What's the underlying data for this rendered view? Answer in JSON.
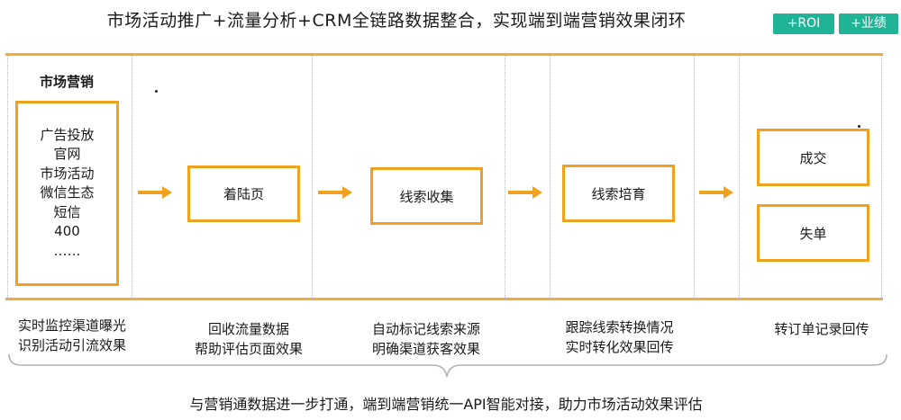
{
  "header": {
    "title": "市场活动推广+流量分析+CRM全链路数据整合，实现端到端营销效果闭环",
    "badges": [
      "+ROI",
      "+业绩"
    ],
    "badge_color": "#1fb495"
  },
  "accent_color": "#f0a21e",
  "stages": {
    "marketing": {
      "label": "市场营销",
      "channels": [
        "广告投放",
        "官网",
        "市场活动",
        "微信生态",
        "短信",
        "400",
        "……"
      ]
    },
    "landing": {
      "label": "着陆页"
    },
    "leads_collect": {
      "label": "线索收集"
    },
    "leads_nurture": {
      "label": "线索培育"
    },
    "deal": {
      "label": "成交"
    },
    "lost": {
      "label": "失单"
    }
  },
  "captions": [
    [
      "实时监控渠道曝光",
      "识别活动引流效果"
    ],
    [
      "回收流量数据",
      "帮助评估页面效果"
    ],
    [
      "自动标记线索来源",
      "明确渠道获客效果"
    ],
    [
      "跟踪线索转换情况",
      "实时转化效果回传"
    ],
    [
      "转订单记录回传"
    ]
  ],
  "footer": {
    "text": "与营销通数据进一步打通，端到端营销统一API智能对接，助力市场活动效果评估"
  }
}
